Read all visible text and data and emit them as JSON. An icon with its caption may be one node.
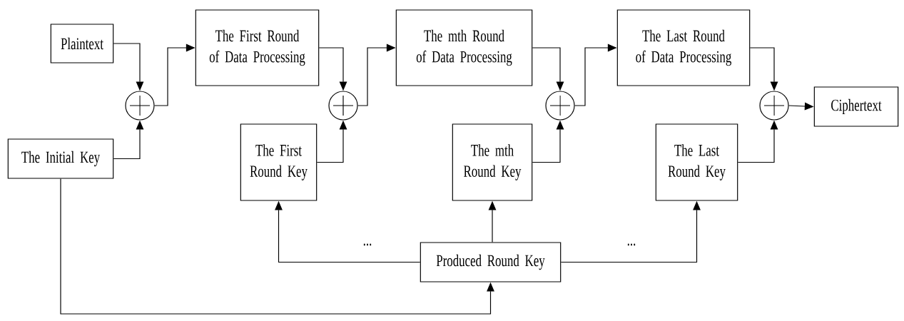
{
  "diagram": {
    "nodes": [
      {
        "text": [
          "Plaintext"
        ]
      },
      {
        "text": [
          "The Initial Key"
        ]
      },
      {
        "text": [],
        "shape": "circle"
      },
      {
        "text": [
          "The First Round of Data Processing"
        ]
      },
      {
        "text": [],
        "shape": "circle"
      },
      {
        "text": [
          "The First Round Key"
        ]
      },
      {
        "text": [
          "The mth Round of Data Processing"
        ]
      },
      {
        "text": [],
        "shape": "circle"
      },
      {
        "text": [
          "The mth Round Key"
        ]
      },
      {
        "text": [
          "The Last Round of Data Processing"
        ]
      },
      {
        "text": [],
        "shape": "circle"
      },
      {
        "text": [
          "The Last Round Key"
        ]
      },
      {
        "text": [
          "Ciphertext"
        ]
      },
      {
        "text": [
          "Produced Round Key"
        ]
      }
    ],
    "edges": [
      {
        "from": 0,
        "to": 2,
        "arrow": "to"
      },
      {
        "from": 1,
        "to": 2,
        "arrow": "to"
      },
      {
        "from": 2,
        "to": 3,
        "arrow": "to"
      },
      {
        "from": 3,
        "to": 4,
        "arrow": "to"
      },
      {
        "from": 5,
        "to": 4,
        "arrow": "to"
      },
      {
        "from": 4,
        "to": 6,
        "arrow": "to"
      },
      {
        "from": 6,
        "to": 7,
        "arrow": "to"
      },
      {
        "from": 8,
        "to": 7,
        "arrow": "to"
      },
      {
        "from": 7,
        "to": 9,
        "arrow": "to"
      },
      {
        "from": 9,
        "to": 10,
        "arrow": "to"
      },
      {
        "from": 11,
        "to": 10,
        "arrow": "to"
      },
      {
        "from": 10,
        "to": 12,
        "arrow": "to"
      },
      {
        "from": 13,
        "to": 5,
        "arrow": "to"
      },
      {
        "from": 13,
        "to": 8,
        "arrow": "to"
      },
      {
        "from": 13,
        "to": 11,
        "arrow": "to"
      },
      {
        "from": 1,
        "to": 13,
        "arrow": "to"
      }
    ],
    "labels": [
      "...",
      "..."
    ]
  }
}
